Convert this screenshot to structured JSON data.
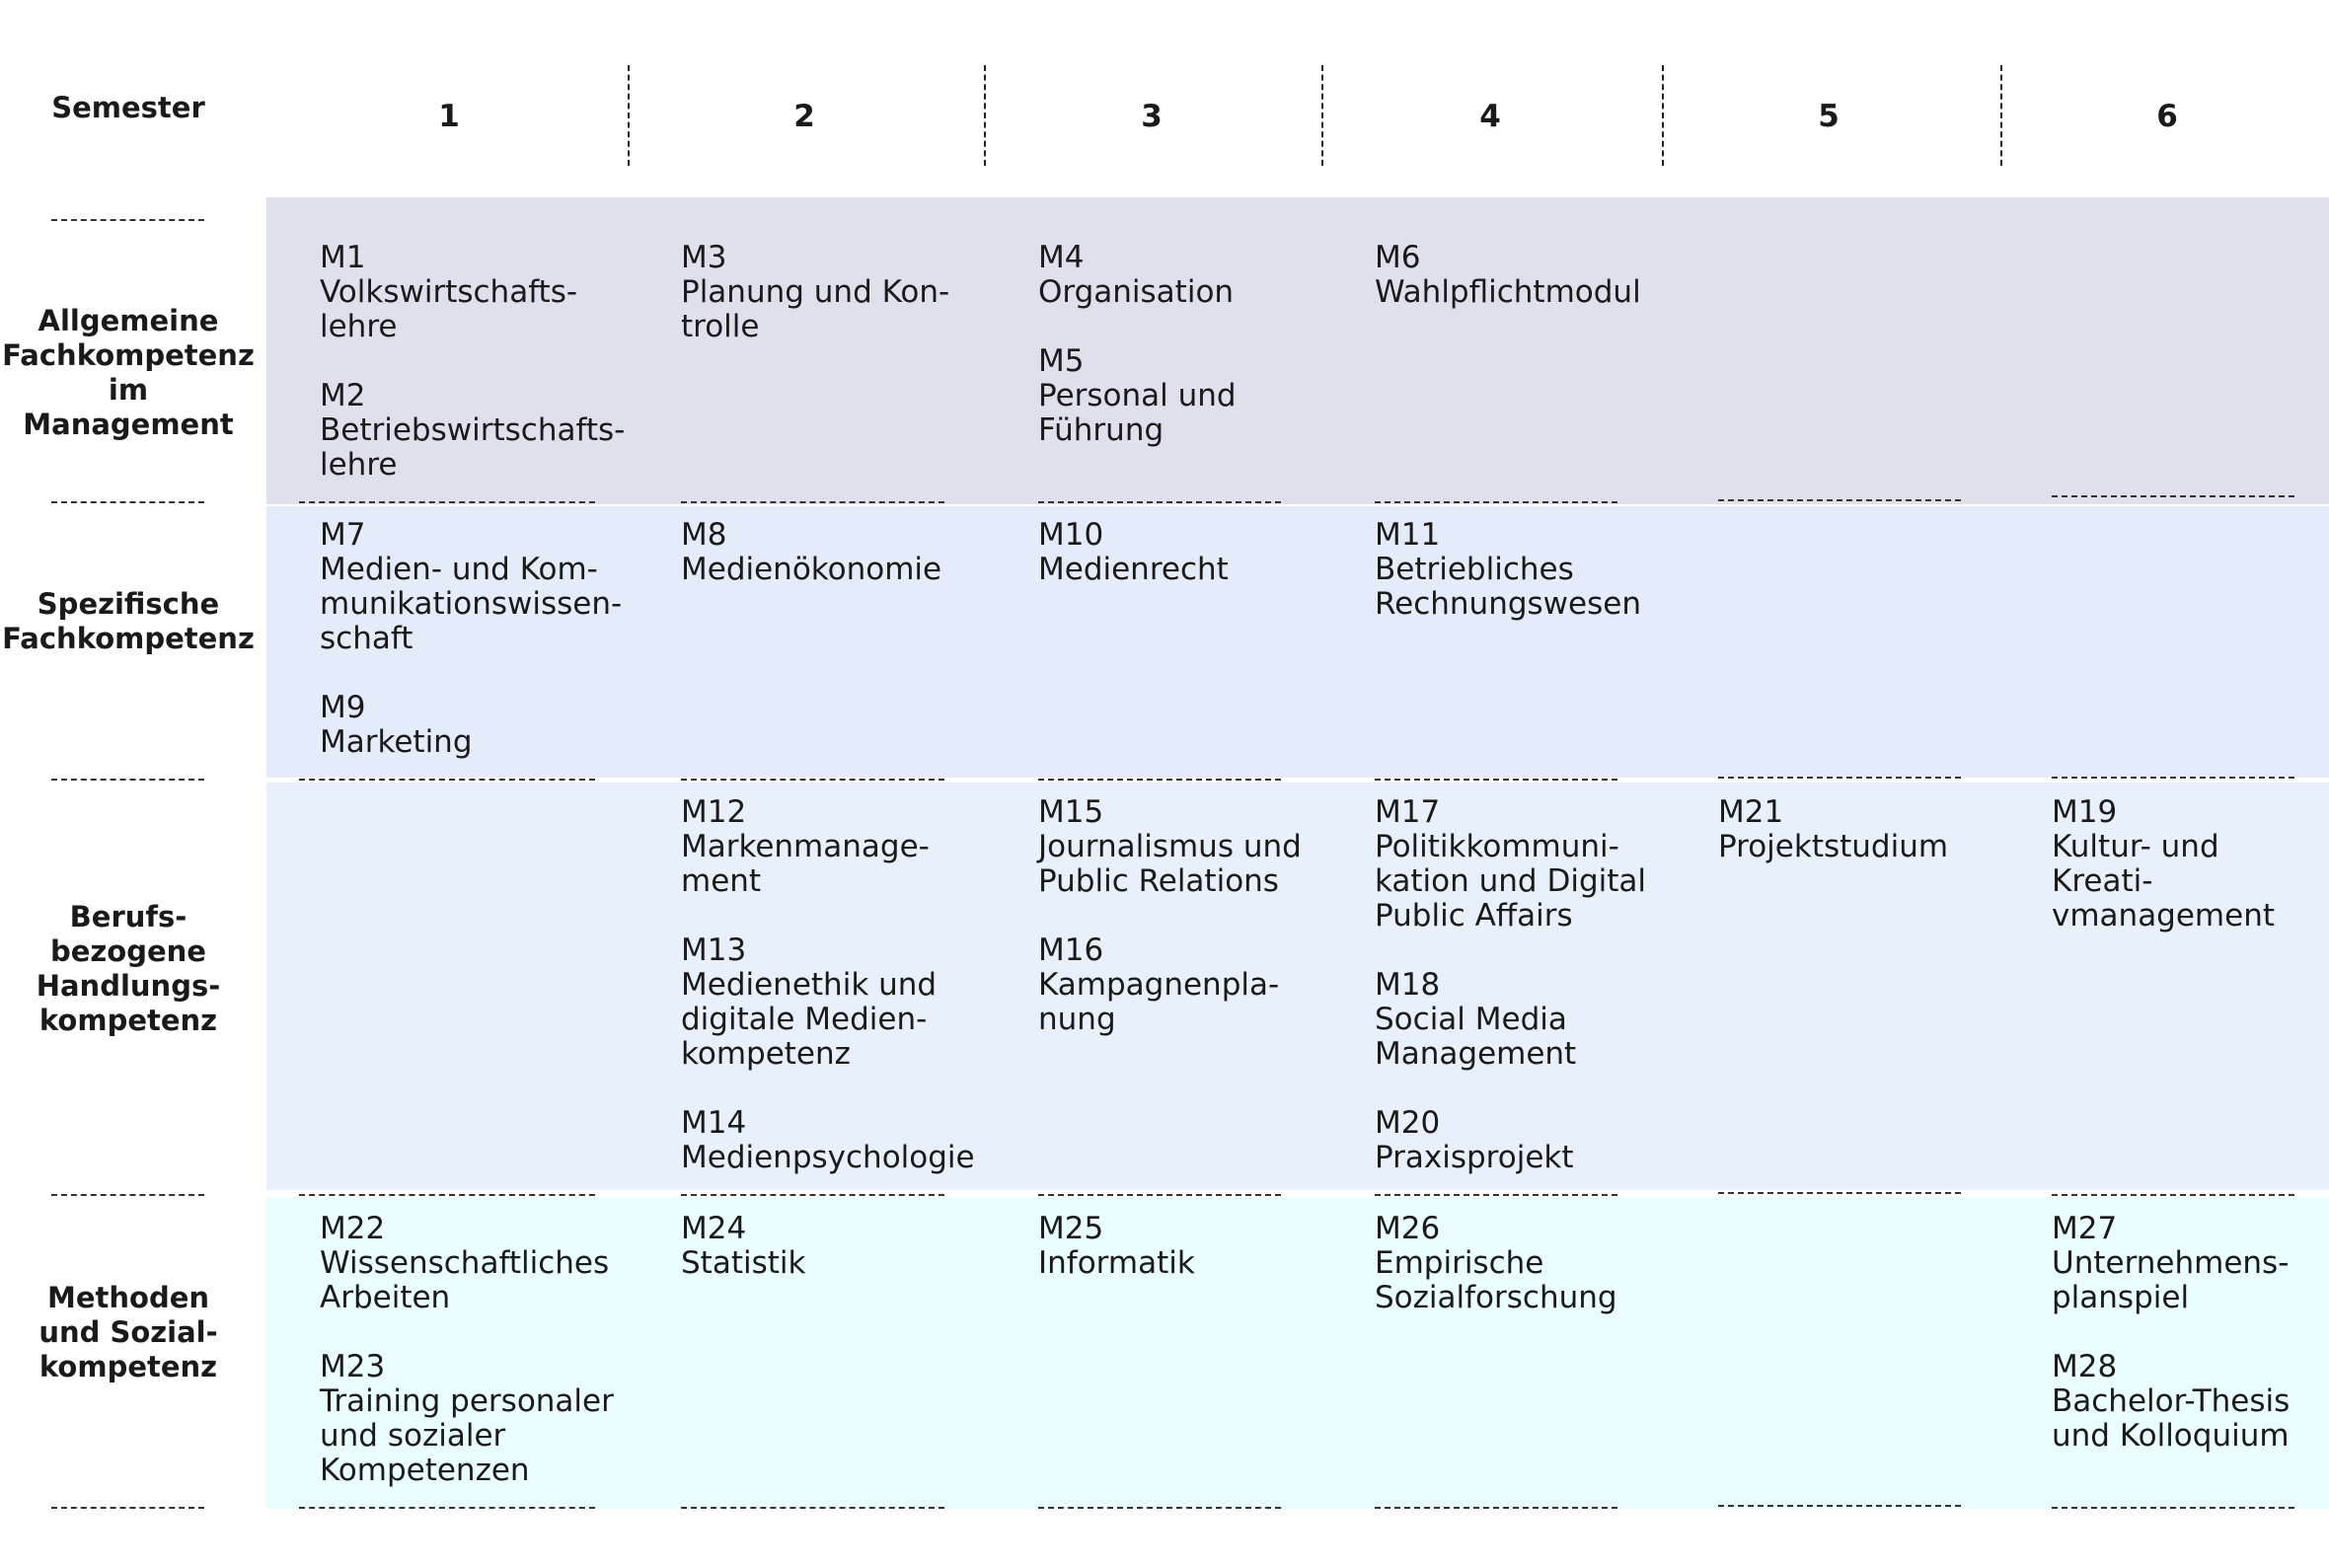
{
  "header": {
    "title": "Semester",
    "semesters": [
      "1",
      "2",
      "3",
      "4",
      "5",
      "6"
    ]
  },
  "colors": {
    "band_1": "#dfe0ec",
    "band_2": "#e4ebf9",
    "band_3": "#e8f1fb",
    "band_4": "#eafdff"
  },
  "rows": [
    {
      "label": "Allgemeine\nFachkompetenz\nim Management",
      "cells": [
        [
          {
            "code": "M1",
            "name": "Volkswirtschafts-\nlehre"
          },
          {
            "code": "M2",
            "name": "Betriebswirtschafts-\nlehre"
          }
        ],
        [
          {
            "code": "M3",
            "name": "Planung und Kon-\ntrolle"
          }
        ],
        [
          {
            "code": "M4",
            "name": "Organisation"
          },
          {
            "code": "M5",
            "name": "Personal und\nFührung"
          }
        ],
        [
          {
            "code": "M6",
            "name": "Wahlpflichtmodul"
          }
        ],
        [],
        []
      ]
    },
    {
      "label": "Spezifische\nFachkompetenz",
      "cells": [
        [
          {
            "code": "M7",
            "name": "Medien- und Kom-\nmunikationswissen-\nschaft"
          },
          {
            "code": "M9",
            "name": "Marketing"
          }
        ],
        [
          {
            "code": "M8",
            "name": "Medienökonomie"
          }
        ],
        [
          {
            "code": "M10",
            "name": "Medienrecht"
          }
        ],
        [
          {
            "code": "M11",
            "name": "Betriebliches\nRechnungswesen"
          }
        ],
        [],
        []
      ]
    },
    {
      "label": "Berufs-\nbezogene\nHandlungs-\nkompetenz",
      "cells": [
        [],
        [
          {
            "code": "M12",
            "name": "Markenmanage-\nment"
          },
          {
            "code": "M13",
            "name": "Medienethik und\ndigitale Medien-\nkompetenz"
          },
          {
            "code": "M14",
            "name": "Medienpsychologie"
          }
        ],
        [
          {
            "code": "M15",
            "name": "Journalismus und\nPublic Relations"
          },
          {
            "code": "M16",
            "name": "Kampagnenpla-\nnung"
          }
        ],
        [
          {
            "code": "M17",
            "name": "Politikkommuni-\nkation und Digital\nPublic Affairs"
          },
          {
            "code": "M18",
            "name": "Social Media\nManagement"
          },
          {
            "code": "M20",
            "name": "Praxisprojekt"
          }
        ],
        [
          {
            "code": "M21",
            "name": "Projektstudium"
          }
        ],
        [
          {
            "code": "M19",
            "name": "Kultur- und Kreati-\nvmanagement"
          }
        ]
      ]
    },
    {
      "label": "Methoden\nund Sozial-\nkompetenz",
      "cells": [
        [
          {
            "code": "M22",
            "name": "Wissenschaftliches\nArbeiten"
          },
          {
            "code": "M23",
            "name": "Training personaler\nund sozialer\nKompetenzen"
          }
        ],
        [
          {
            "code": "M24",
            "name": "Statistik"
          }
        ],
        [
          {
            "code": "M25",
            "name": "Informatik"
          }
        ],
        [
          {
            "code": "M26",
            "name": "Empirische\nSozialforschung"
          }
        ],
        [],
        [
          {
            "code": "M27",
            "name": "Unternehmens-\nplanspiel"
          },
          {
            "code": "M28",
            "name": "Bachelor-Thesis\nund Kolloquium"
          }
        ]
      ]
    }
  ]
}
